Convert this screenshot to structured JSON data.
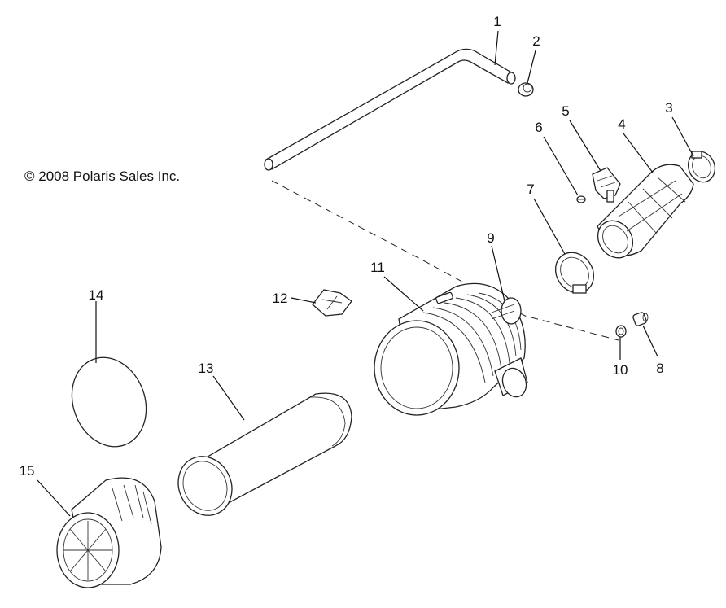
{
  "copyright": "© 2008 Polaris Sales Inc.",
  "callouts": [
    "1",
    "2",
    "3",
    "4",
    "5",
    "6",
    "7",
    "8",
    "9",
    "10",
    "11",
    "12",
    "13",
    "14",
    "15"
  ]
}
